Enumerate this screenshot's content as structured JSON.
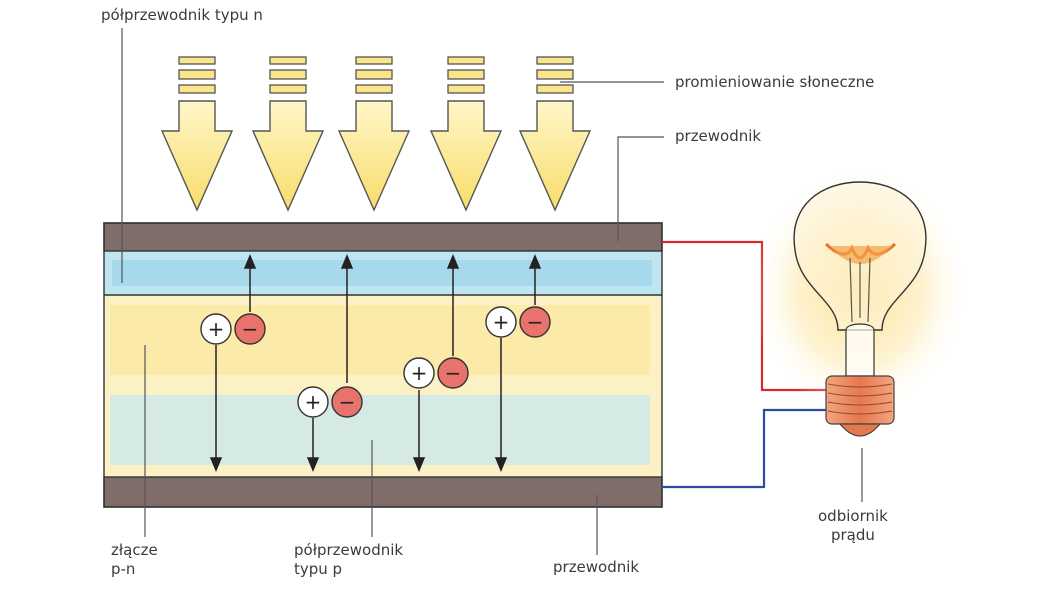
{
  "labels": {
    "n_type": "półprzewodnik typu n",
    "solar_radiation": "promieniowanie słoneczne",
    "conductor_top": "przewodnik",
    "pn_junction_line1": "złącze",
    "pn_junction_line2": "p-n",
    "p_type_line1": "półprzewodnik",
    "p_type_line2": "typu p",
    "conductor_bottom": "przewodnik",
    "load_line1": "odbiornik",
    "load_line2": "prądu"
  },
  "charges": {
    "plus": "+",
    "minus": "−"
  },
  "colors": {
    "conductor": "#7d6a66",
    "n_layer": "#a9dcee",
    "p_layer": "#fbeeb0",
    "arrow_fill": "#fbe58a",
    "positive": "#ffffff",
    "negative": "#e8736c",
    "wire_positive": "#d42a2a",
    "wire_negative": "#2b4da0",
    "bulb_glow": "#fde9a8",
    "bulb_base": "#e7845a"
  }
}
